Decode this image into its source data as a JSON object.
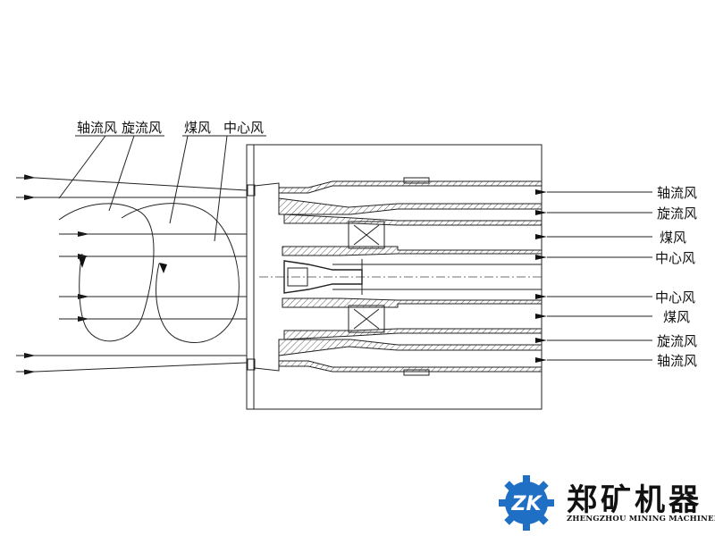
{
  "left_labels": {
    "axial": "轴流风",
    "swirl": "旋流风",
    "coal": "煤风",
    "center": "中心风"
  },
  "right_labels": [
    "轴流风",
    "旋流风",
    "煤风",
    "中心风",
    "中心风",
    "煤风",
    "旋流风",
    "轴流风"
  ],
  "brand": {
    "name_cn": "郑矿机器",
    "name_en": "ZHENGZHOU MINING MACHINERY",
    "logo_letters": "ZK",
    "colors": {
      "gear_blue": "#1f6fc4",
      "letters": "#ffffff",
      "text": "#111111"
    }
  }
}
